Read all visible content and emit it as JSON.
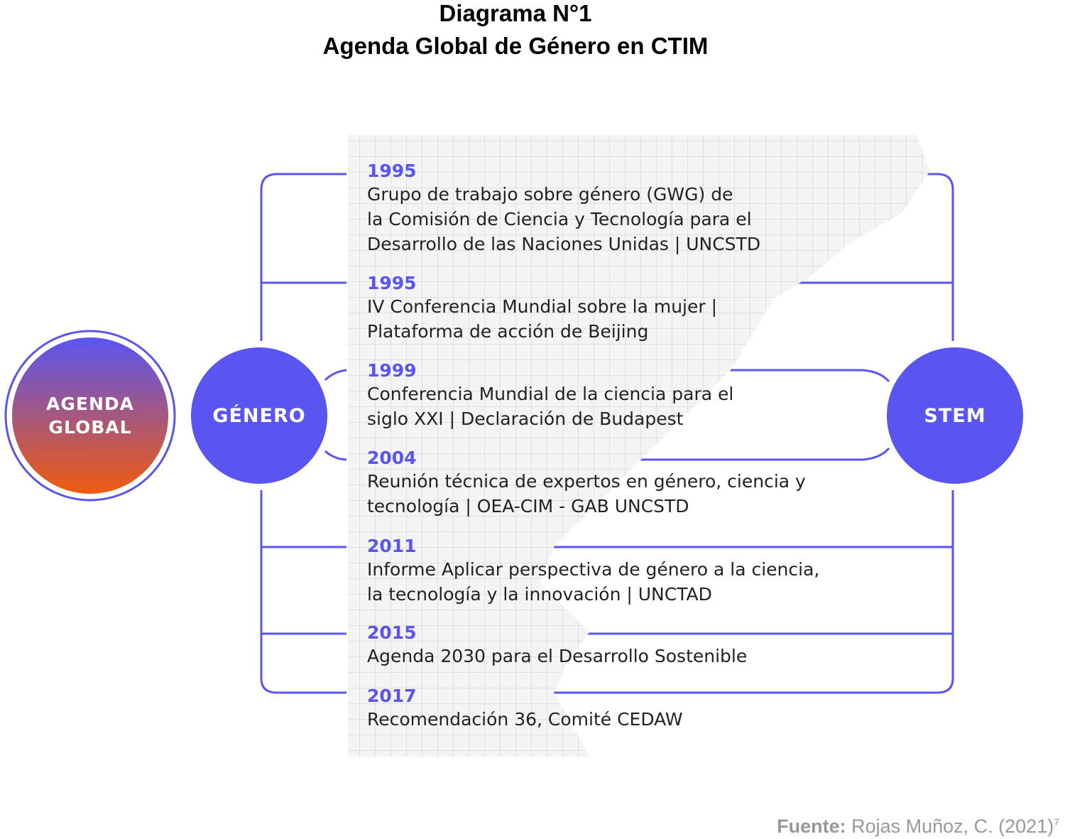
{
  "title_line1": "Diagrama N°1",
  "title_line2": "Agenda Global de Género en CTIM",
  "nodes": {
    "agenda": "AGENDA GLOBAL",
    "genero": "GÉNERO",
    "stem": "STEM"
  },
  "entries": [
    {
      "year": "1995",
      "text": [
        "Grupo de trabajo sobre género (GWG) de",
        "la Comisión de Ciencia y Tecnología para el",
        "Desarrollo de las Naciones Unidas | UNCSTD"
      ]
    },
    {
      "year": "1995",
      "text": [
        "IV Conferencia Mundial sobre la mujer |",
        "Plataforma de acción de Beijing"
      ]
    },
    {
      "year": "1999",
      "text": [
        "Conferencia Mundial de la ciencia para el",
        "siglo XXI | Declaración de Budapest"
      ]
    },
    {
      "year": "2004",
      "text": [
        "Reunión técnica de expertos en género, ciencia y",
        "tecnología | OEA-CIM - GAB UNCSTD"
      ]
    },
    {
      "year": "2011",
      "text": [
        "Informe Aplicar perspectiva de género a la ciencia,",
        "la tecnología y la innovación | UNCTAD"
      ]
    },
    {
      "year": "2015",
      "text": [
        "Agenda 2030 para el Desarrollo Sostenible"
      ]
    },
    {
      "year": "2017",
      "text": [
        "Recomendación 36, Comité CEDAW"
      ]
    }
  ],
  "source": {
    "label": "Fuente:",
    "text": " Rojas Muñoz, C. (2021)",
    "sup": "7"
  },
  "colors": {
    "accent": "#5a55f0",
    "orange": "#f05a0e",
    "text": "#222222"
  }
}
